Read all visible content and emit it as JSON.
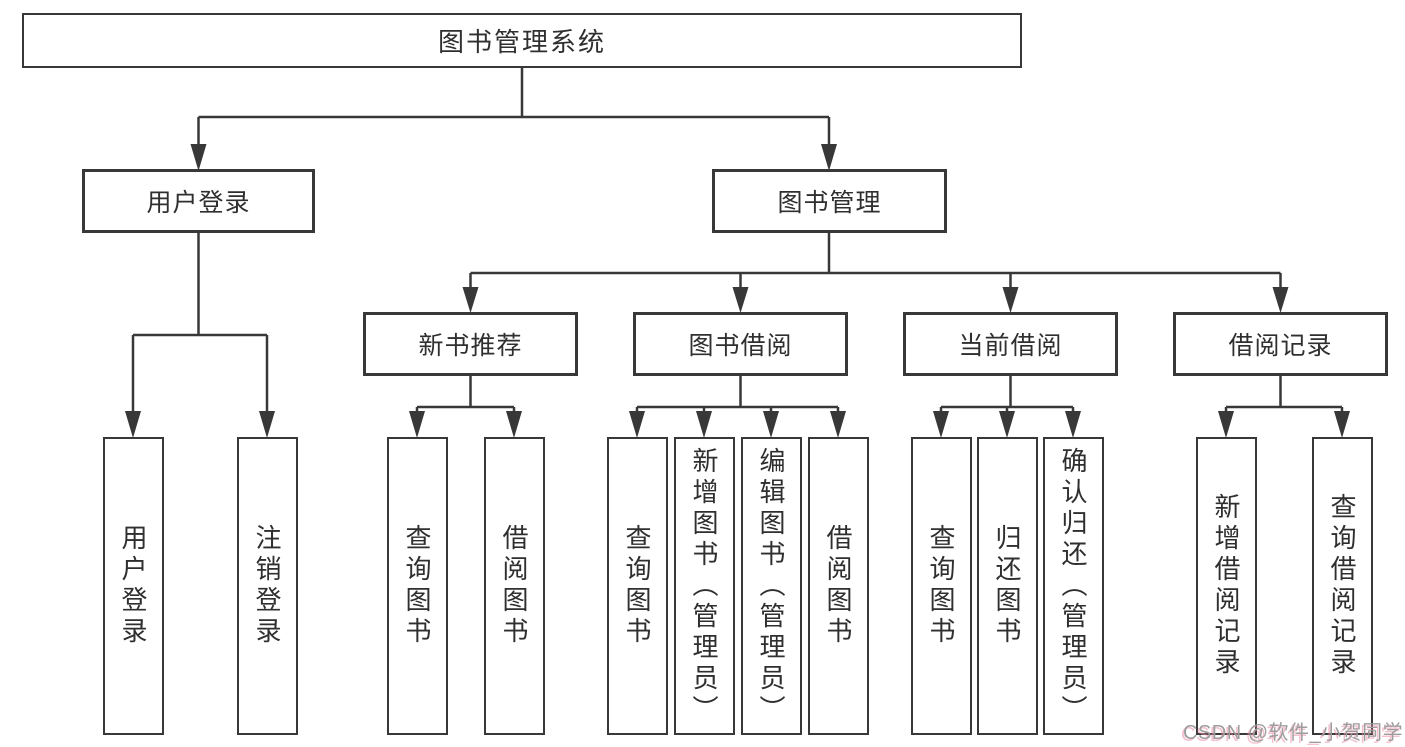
{
  "title": "图书管理系统",
  "level1": {
    "login": "用户登录",
    "manage": "图书管理"
  },
  "level2": {
    "recommend": "新书推荐",
    "borrow": "图书借阅",
    "current": "当前借阅",
    "records": "借阅记录"
  },
  "leaves": {
    "login": [
      "用户登录",
      "注销登录"
    ],
    "recommend": [
      "查询图书",
      "借阅图书"
    ],
    "borrow": [
      "查询图书",
      "新增图书（管理员）",
      "编辑图书（管理员）",
      "借阅图书"
    ],
    "current": [
      "查询图书",
      "归还图书",
      "确认归还（管理员）"
    ],
    "records": [
      "新增借阅记录",
      "查询借阅记录"
    ]
  },
  "watermark": "CSDN @软件_小贺同学",
  "colors": {
    "line": "#383838",
    "box_border": "#383838",
    "text": "#2f2f2f",
    "watermark_gray": "#9d9d9d",
    "watermark_pink": "#eb8ca5",
    "background": "#ffffff"
  }
}
